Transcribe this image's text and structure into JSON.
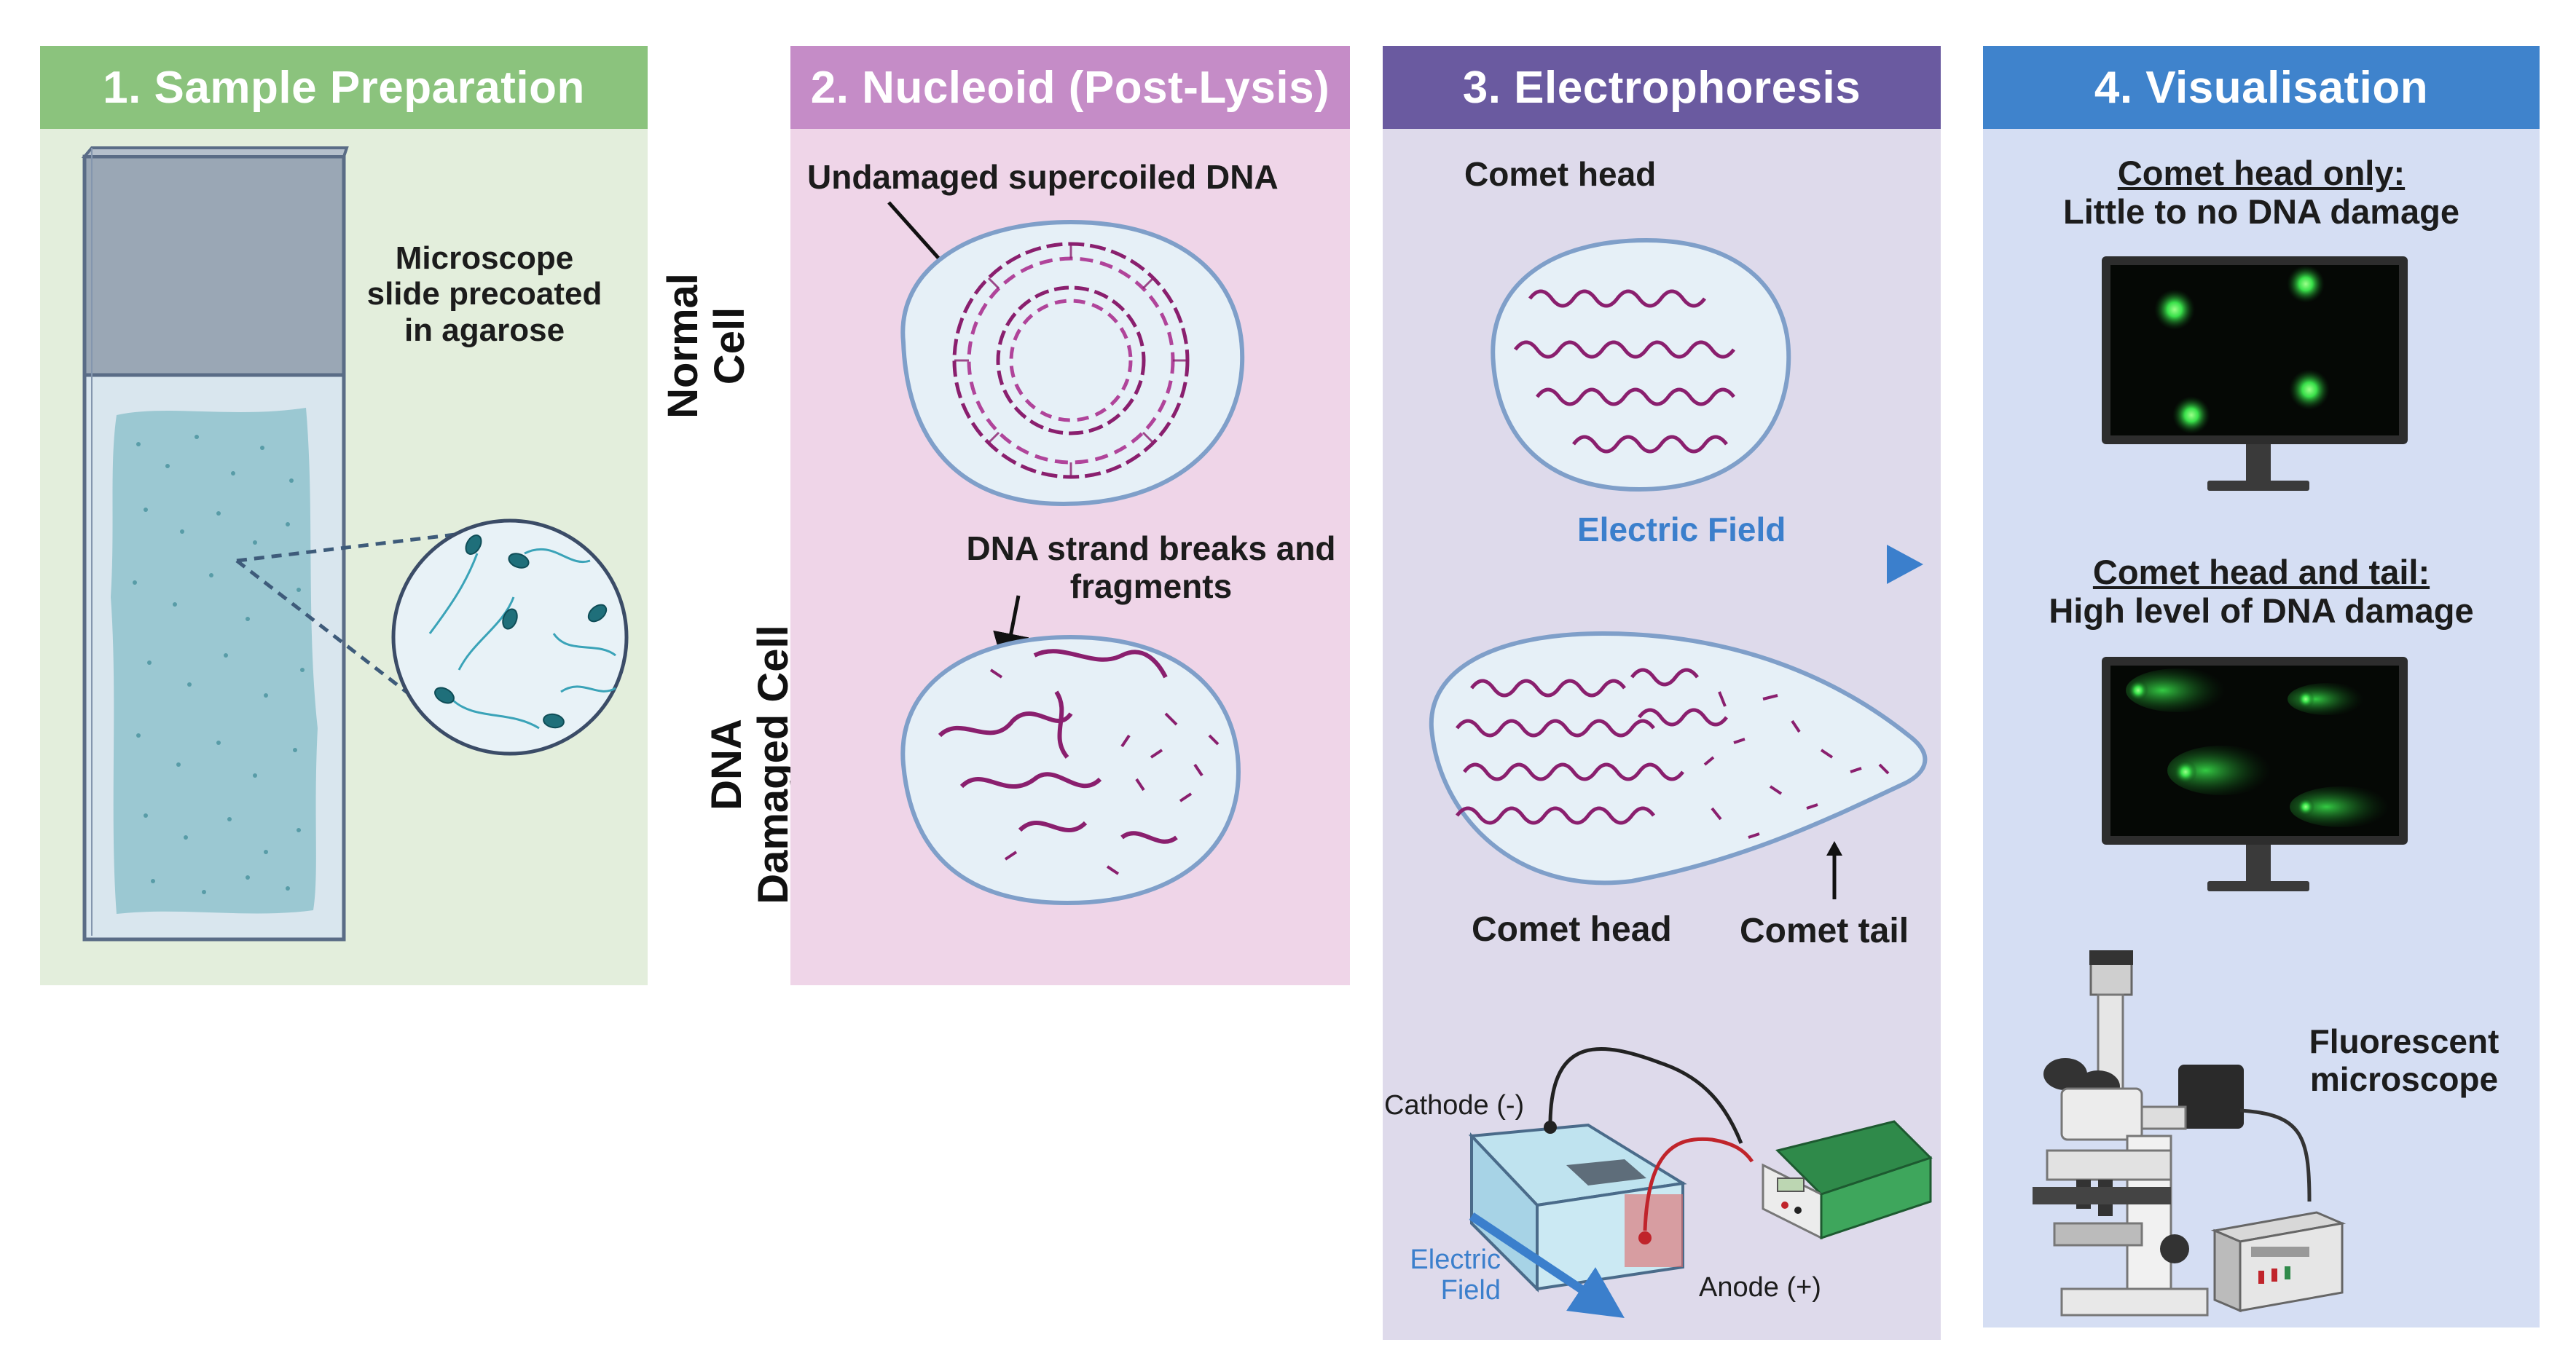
{
  "panels": {
    "p1": {
      "title": "1. Sample Preparation",
      "color": "#8bc37d",
      "bg": "#e3eedc"
    },
    "p2": {
      "title": "2. Nucleoid (Post-Lysis)",
      "color": "#c58cc7",
      "bg": "#efd5e8"
    },
    "p3": {
      "title": "3. Electrophoresis",
      "color": "#6a5aa0",
      "bg": "#dedaeb"
    },
    "p4": {
      "title": "4. Visualisation",
      "color": "#3f83cc",
      "bg": "#d5def3"
    }
  },
  "sample_prep": {
    "label_line1": "Microscope",
    "label_line2": "slide precoated",
    "label_line3": "in agarose"
  },
  "row_labels": {
    "normal_line1": "Normal",
    "normal_line2": "Cell",
    "damaged_line1": "DNA",
    "damaged_line2": "Damaged Cell"
  },
  "nucleoid": {
    "undamaged_label": "Undamaged supercoiled DNA",
    "damaged_line1": "DNA strand breaks and",
    "damaged_line2": "fragments"
  },
  "electrophoresis": {
    "comet_head_top": "Comet head",
    "electric_field": "Electric Field",
    "comet_head_bottom": "Comet head",
    "comet_tail": "Comet tail",
    "cathode": "Cathode (-)",
    "anode": "Anode (+)",
    "field_small_line1": "Electric",
    "field_small_line2": "Field"
  },
  "visualisation": {
    "head_only_title": "Comet head only:",
    "head_only_desc": "Little to no DNA damage",
    "head_tail_title": "Comet head and tail:",
    "head_tail_desc": "High level of DNA damage",
    "microscope_line1": "Fluorescent",
    "microscope_line2": "microscope"
  },
  "colors": {
    "dna": "#8a1f6e",
    "nucleus_fill": "#e6f0f7",
    "nucleus_stroke": "#7f9fc9",
    "field_arrow": "#3b7fcc",
    "comet_green": "#39e04a"
  }
}
